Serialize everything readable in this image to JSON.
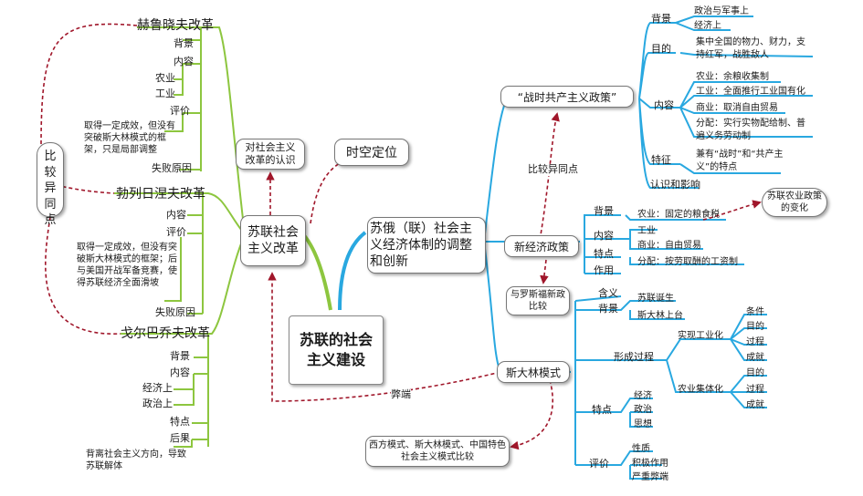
{
  "center": "苏联的社会主义建设",
  "branches": {
    "left_main": "苏联社会主义改革",
    "left_note": "对社会主义改革的认识",
    "time_space": "时空定位",
    "right_main": "苏俄（联）社会主义经济体制的调整和创新"
  },
  "reforms": {
    "compare_vertical": "比较异同点",
    "khrushchev": {
      "title": "赫鲁晓夫改革",
      "background": "背景",
      "content": "内容",
      "agriculture": "农业",
      "industry": "工业",
      "evaluation": "评价",
      "evaluation_text": "取得一定成效，但没有突破斯大林模式的框架，只是局部调整",
      "failure": "失败原因"
    },
    "brezhnev": {
      "title": "勃列日涅夫改革",
      "content": "内容",
      "evaluation": "评价",
      "evaluation_text": "取得一定成效，但没有突破斯大林模式的框架；后与美国开战军备竞赛，使得苏联经济全面滑坡",
      "failure": "失败原因"
    },
    "gorbachev": {
      "title": "戈尔巴乔夫改革",
      "background": "背景",
      "content": "内容",
      "economic": "经济上",
      "political": "政治上",
      "features": "特点",
      "consequence": "后果",
      "consequence_text": "背离社会主义方向，导致苏联解体"
    }
  },
  "war_communism": {
    "title": "“战时共产主义政策”",
    "background": "背景",
    "bg_political": "政治与军事上",
    "bg_economic": "经济上",
    "purpose": "目的",
    "purpose_text": "集中全国的物力、财力，支持红军，战胜敌人",
    "content": "内容",
    "agriculture": "农业：余粮收集制",
    "industry": "工业：全面推行工业国有化",
    "commerce": "商业：取消自由贸易",
    "distribution": "分配：实行实物配给制、普遍义务劳动制",
    "feature": "特征",
    "feature_text": "兼有“战时”和“共产主义”的特点",
    "understanding": "认识和影响"
  },
  "compare_similar": "比较异同点",
  "nep": {
    "title": "新经济政策",
    "background": "背景",
    "content": "内容",
    "features": "特点",
    "effect": "作用",
    "agriculture": "农业：固定的粮食税",
    "industry": "工业",
    "commerce": "商业：自由贸易",
    "distribution": "分配：按劳取酬的工资制",
    "agri_change": "苏联农业政策的变化",
    "roosevelt": "与罗斯福新政比较"
  },
  "stalin": {
    "title": "斯大林模式",
    "meaning": "含义",
    "background": "背景",
    "ussr_founded": "苏联诞生",
    "stalin_power": "斯大林上台",
    "formation": "形成过程",
    "industrialization": "实现工业化",
    "collectivization": "农业集体化",
    "condition": "条件",
    "purpose1": "目的",
    "process1": "过程",
    "achievement1": "成就",
    "purpose2": "目的",
    "process2": "过程",
    "achievement2": "成就",
    "features": "特点",
    "economy": "经济",
    "politics": "政治",
    "thought": "思想",
    "evaluation": "评价",
    "nature": "性质",
    "positive": "积极作用",
    "negative": "严重弊端",
    "drawbacks": "弊端",
    "models_compare": "西方模式、斯大林模式、中国特色社会主义模式比较"
  }
}
